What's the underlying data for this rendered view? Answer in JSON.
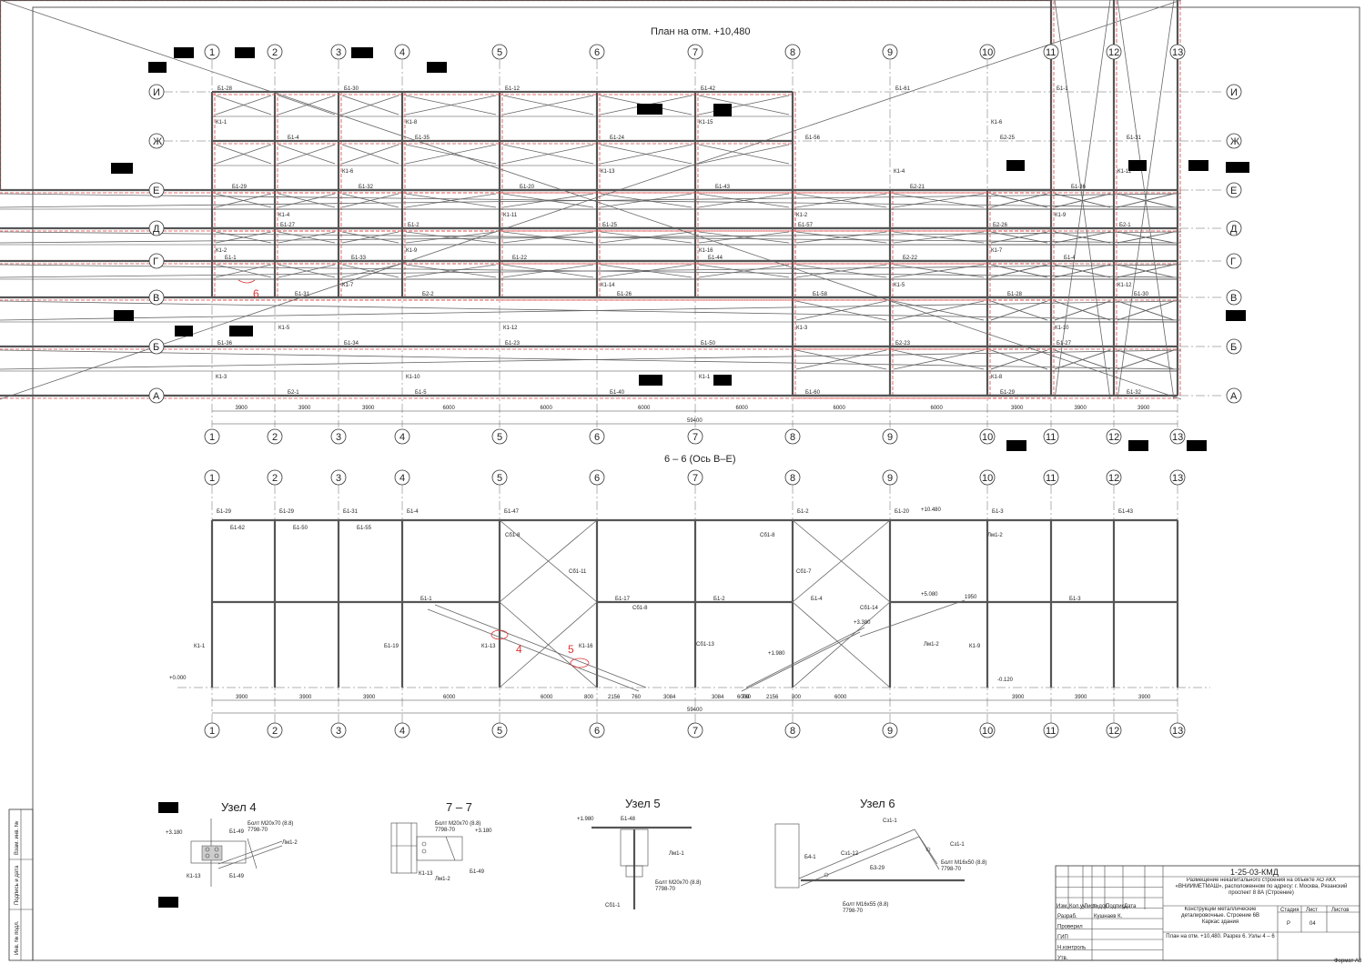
{
  "drawing": {
    "plan_title": "План на отм. +10,480",
    "section_title": "6 – 6 (Ось В–Е)",
    "axes_numbers": [
      "1",
      "2",
      "3",
      "4",
      "5",
      "6",
      "7",
      "8",
      "9",
      "10",
      "11",
      "12",
      "13"
    ],
    "axes_letters": [
      "И",
      "Ж",
      "Е",
      "Д",
      "Г",
      "В",
      "Б",
      "А"
    ],
    "spans": [
      "3900",
      "3900",
      "3900",
      "6000",
      "6000",
      "6000",
      "6000",
      "6000",
      "6000",
      "3900",
      "3900",
      "3900"
    ],
    "total_length": "59400",
    "plan_beam_labels": [
      "Б1-28",
      "Б1-29",
      "Б1-1",
      "Б1-36",
      "Б1-4",
      "Б1-27",
      "Б1-31",
      "Б2-1",
      "Б1-30",
      "Б1-32",
      "Б1-33",
      "Б1-34",
      "Б1-35",
      "Б1-2",
      "Б2-2",
      "Б1-5",
      "Б1-12",
      "Б1-20",
      "Б1-22",
      "Б1-23",
      "Б1-24",
      "Б1-25",
      "Б1-26",
      "Б1-40",
      "Б1-42",
      "Б1-43",
      "Б1-44",
      "Б1-50",
      "Б1-56",
      "Б1-57",
      "Б1-58",
      "Б1-60",
      "Б1-61",
      "Б2-21",
      "Б2-22",
      "Б2-23",
      "Б2-25",
      "Б2-26"
    ],
    "plan_column_labels": [
      "К1-1",
      "К1-2",
      "К1-3",
      "К1-4",
      "К1-5",
      "К1-6",
      "К1-7",
      "К1-8",
      "К1-9",
      "К1-10",
      "К1-11",
      "К1-12",
      "К1-13",
      "К1-14",
      "К1-15",
      "К1-16"
    ],
    "section_labels": [
      "Б1-29",
      "Б1-29",
      "Б1-31",
      "Б1-4",
      "Б1-47",
      "Б1-2",
      "Б1-20",
      "Б1-3",
      "Б1-43",
      "Б1-62",
      "Б1-50",
      "Б1-55",
      "Б1-1",
      "Б1-17",
      "Б1-2",
      "Б1-4",
      "Б1-3",
      "Сб1-8",
      "Сб1-11",
      "Сб1-8",
      "Сб1-13",
      "Сб1-8",
      "Сб1-7",
      "Сб1-14",
      "Лм1-2",
      "Лм1-2",
      "К1-1",
      "К1-13",
      "К1-16",
      "К1-9",
      "Б1-19"
    ],
    "marks": [
      "+10.480",
      "+5.080",
      "+3.380",
      "+1.980",
      "-0.120",
      "+0.000"
    ],
    "section_dims": [
      "3900",
      "3900",
      "3900",
      "6000",
      "6000",
      "800",
      "2156",
      "760",
      "3084",
      "3084",
      "760",
      "2156",
      "800",
      "6000",
      "6000",
      "3900",
      "3900",
      "3900",
      "1950"
    ],
    "callouts": [
      "6",
      "4",
      "5"
    ]
  },
  "details": {
    "node4_title": "Узел 4",
    "s77_title": "7 – 7",
    "node5_title": "Узел 5",
    "node6_title": "Узел 6",
    "node4_bolt": "Болт М20х70 (8.8)",
    "node4_std": "7798-70",
    "node4_mark": "+3.180",
    "node4_labels": [
      "Б1-49",
      "Лм1-2",
      "К1-13",
      "Б1-49"
    ],
    "s77_bolt": "Болт М20х70 (8.8)",
    "s77_std": "7798-70",
    "s77_mark": "+3.180",
    "s77_labels": [
      "К1-13",
      "Лм1-2",
      "Б1-49"
    ],
    "node5_mark": "+1.980",
    "node5_beam": "Б1-48",
    "node5_bolt": "Болт М20х70 (8.8)",
    "node5_std": "7798-70",
    "node5_labels": [
      "Сб1-1",
      "Лм1-1"
    ],
    "node6_labels": [
      "Сз1-1",
      "Сз1-12",
      "Б4-1",
      "Б3-29",
      "Сз1-1"
    ],
    "node6_bolt1": "Болт М16х50 (8.8)",
    "node6_std1": "7798-70",
    "node6_bolt2": "Болт М16х55 (8.8)",
    "node6_std2": "7798-70"
  },
  "stamp": {
    "code": "1-25-03-КМД",
    "object": "Размещение некапитального строения на объекте АО АКХ «ВНИИМЕТМАШ», расположенном по адресу: г. Москва, Рязанский проспект 8 8А (Строение)",
    "building": "Каркас здания",
    "part": "Конструкции металлические деталировочные. Строение 6В",
    "sheet_name": "План на отм. +10,480. Разрез 6. Узлы 4 – 6",
    "stage_hdr": "Стадия",
    "sheet_hdr": "Лист",
    "sheets_hdr": "Листов",
    "stage": "Р",
    "sheet": "04",
    "col_heads": [
      "Изм.",
      "Кол.уч",
      "Лист",
      "№док.",
      "Подпись",
      "Дата"
    ],
    "roles": [
      "Разраб.",
      "Проверил",
      "ГИП",
      "Н.контроль",
      "Утв."
    ],
    "developer": "Кушнаев К.",
    "format": "Формат А3"
  },
  "left_strip": [
    "Инв. № подл.",
    "Подпись и дата",
    "Взам. инв. №"
  ]
}
